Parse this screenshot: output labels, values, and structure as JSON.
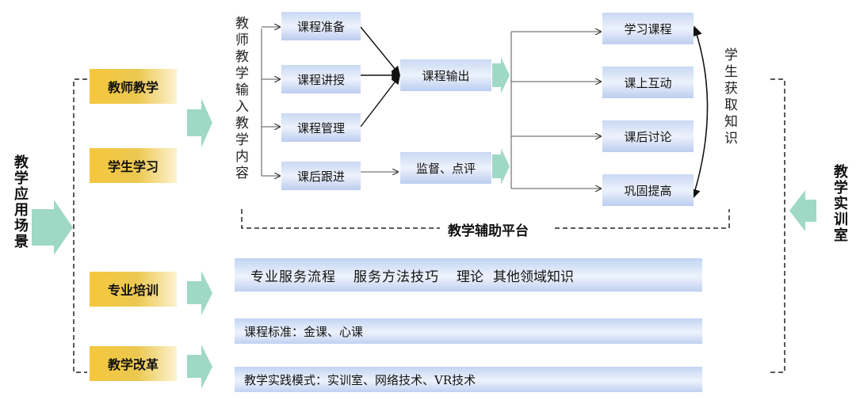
{
  "left_title": "教学应用场景",
  "right_title": "教学实训室",
  "scenarios": [
    "教师教学",
    "学生学习",
    "专业培训",
    "教学改革"
  ],
  "teacher_input_label": "教师教学输入教学内容",
  "course_steps": [
    "课程准备",
    "课程讲授",
    "课程管理",
    "课后跟进"
  ],
  "middle_boxes": [
    "课程输出",
    "监督、点评"
  ],
  "outcomes": [
    "学习课程",
    "课上互动",
    "课后讨论",
    "巩固提高"
  ],
  "student_label": "学生获取知识",
  "platform_label": "教学辅助平台",
  "bars": {
    "bar1_items": [
      "专业服务流程",
      "服务方法技巧",
      "理论",
      "其他领域知识"
    ],
    "bar2": "课程标准：金课、心课",
    "bar3": "教学实践模式：实训室、网络技术、VR技术"
  },
  "colors": {
    "arrow_fill": "#9fd9c6",
    "gold": "#f2c744",
    "blue": "#c9d8f3"
  }
}
